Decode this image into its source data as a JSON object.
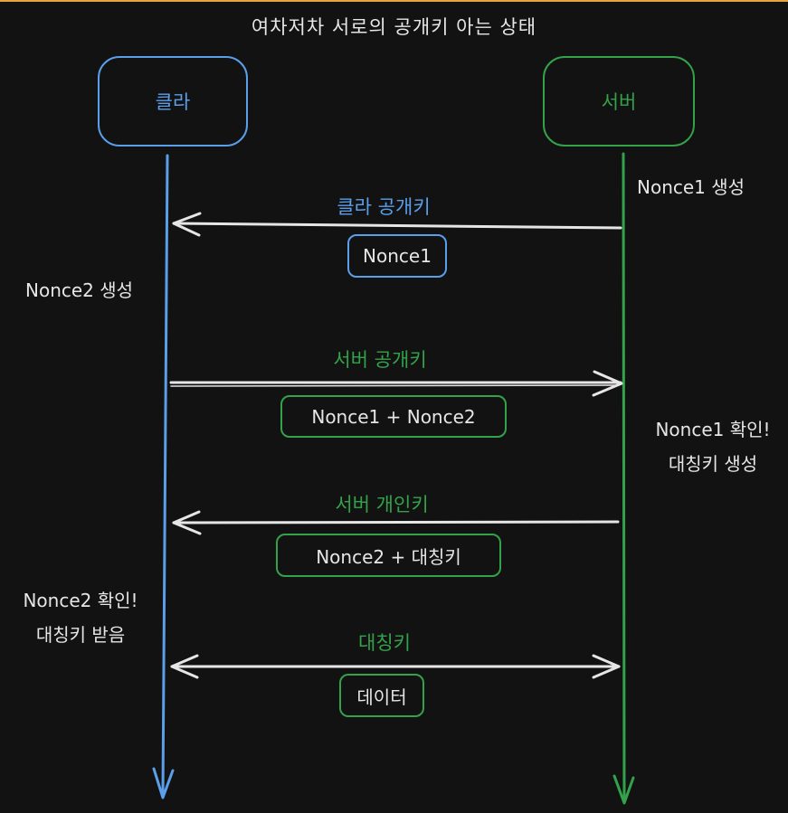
{
  "title": "여차저차 서로의 공개키 아는 상태",
  "actors": {
    "client": "클라",
    "server": "서버"
  },
  "notes": {
    "server_nonce1": "Nonce1 생성",
    "client_nonce2": "Nonce2 생성",
    "server_confirm_line1": "Nonce1 확인!",
    "server_confirm_line2": "대칭키 생성",
    "client_confirm_line1": "Nonce2 확인!",
    "client_confirm_line2": "대칭키 받음"
  },
  "messages": [
    {
      "key_label": "클라 공개키",
      "payload": "Nonce1"
    },
    {
      "key_label": "서버 공개키",
      "payload": "Nonce1 + Nonce2"
    },
    {
      "key_label": "서버 개인키",
      "payload": "Nonce2 + 대칭키"
    },
    {
      "key_label": "대칭키",
      "payload": "데이터"
    }
  ],
  "colors": {
    "client": "#5b9ee9",
    "server": "#33a24a",
    "arrow": "#e6e6e6",
    "background": "#121212",
    "top_accent": "#e8a33a"
  }
}
